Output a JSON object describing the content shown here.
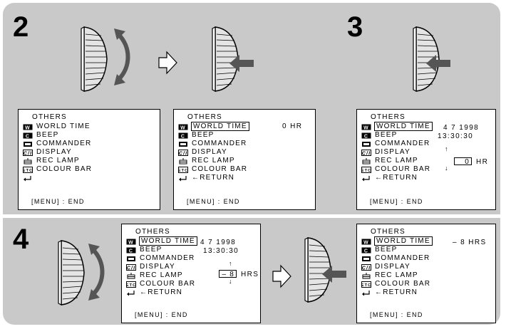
{
  "steps": [
    "2",
    "3",
    "4"
  ],
  "icons": [
    "world-time-icon",
    "beep-icon",
    "commander-icon",
    "display-icon",
    "rec-lamp-icon",
    "colour-bar-icon",
    "return-icon"
  ],
  "screens": {
    "s1": {
      "title": "OTHERS",
      "items": [
        "WORLD TIME",
        "BEEP",
        "COMMANDER",
        "DISPLAY",
        "REC LAMP",
        "COLOUR BAR",
        ""
      ],
      "end": "[MENU] : END"
    },
    "s2": {
      "title": "OTHERS",
      "items": [
        "WORLD TIME",
        "BEEP",
        "COMMANDER",
        "DISPLAY",
        "REC LAMP",
        "COLOUR BAR",
        "←RETURN"
      ],
      "value": "0 HR",
      "end": "[MENU] : END"
    },
    "s3": {
      "title": "OTHERS",
      "items": [
        "WORLD TIME",
        "BEEP",
        "COMMANDER",
        "DISPLAY",
        "REC LAMP",
        "COLOUR BAR",
        "←RETURN"
      ],
      "date": "4 7 1998",
      "time": "13:30:30",
      "offset": "0",
      "unit": "HR",
      "end": "[MENU] : END"
    },
    "s4": {
      "title": "OTHERS",
      "items": [
        "WORLD TIME",
        "BEEP",
        "COMMANDER",
        "DISPLAY",
        "REC LAMP",
        "COLOUR BAR",
        "←RETURN"
      ],
      "date": "4 7 1998",
      "time": "13:30:30",
      "offset": "– 8",
      "unit": "HRS",
      "end": "[MENU] : END"
    },
    "s5": {
      "title": "OTHERS",
      "items": [
        "WORLD TIME",
        "BEEP",
        "COMMANDER",
        "DISPLAY",
        "REC LAMP",
        "COLOUR BAR",
        "←RETURN"
      ],
      "value": "– 8 HRS",
      "end": "[MENU] : END"
    }
  },
  "colors": {
    "panel": "#c9c9c9",
    "arrow": "#555555"
  }
}
